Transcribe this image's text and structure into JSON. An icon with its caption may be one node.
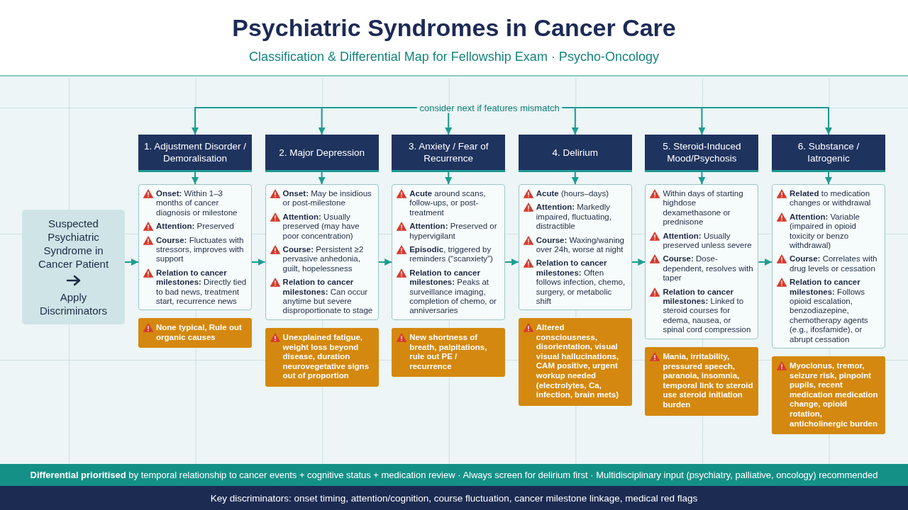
{
  "diagram": {
    "title": "Psychiatric Syndromes in Cancer Care",
    "nodes": [
      {
        "text": [
          "Suspected Psychiatric Syndrome in Cancer Patient",
          "Apply Discriminators"
        ]
      },
      {
        "text": [
          "consider next if features mismatch"
        ]
      },
      {
        "text": [
          "1. Adjustment Disorder / Demoralisation"
        ]
      },
      {
        "text": [
          "2. Major Depression"
        ]
      },
      {
        "text": [
          "3. Anxiety / Fear of Recurrence"
        ]
      },
      {
        "text": [
          "4. Delirium"
        ]
      },
      {
        "text": [
          "5. Steroid-Induced Mood/Psychosis"
        ]
      },
      {
        "text": [
          "6. Substance / Iatrogenic"
        ]
      },
      {
        "text": [
          "**Onset:** Within 1–3 months of cancer diagnosis or milestone",
          "**Attention:** Preserved",
          "**Course:** Fluctuates with stressors, improves with support",
          "**Relation to cancer milestones:** Directly tied to bad news, treatment start, recurrence news"
        ]
      },
      {
        "text": [
          "**Onset:** May be insidious or post-milestone",
          "**Attention:** Usually preserved (may have poor concentration)",
          "**Course:** Persistent ≥2 pervasive anhedonia, guilt, hopelessness",
          "**Relation to cancer milestones:** Can occur anytime but severe disproportionate to stage"
        ]
      },
      {
        "text": [
          "**Acute** around scans, follow-ups, or post-treatment",
          "**Attention:** Preserved or hypervigilant",
          "**Episodic**, triggered by reminders (“scanxiety”)",
          "**Relation to cancer milestones:** Peaks at surveillance imaging, completion of chemo, or anniversaries"
        ]
      },
      {
        "text": [
          "**Acute** (hours–days)",
          "**Attention:** Markedly impaired, fluctuating, distractible",
          "**Course:** Waxing/waning over 24h, worse at night",
          "**Relation to cancer milestones:** Often follows infection, chemo, surgery, or metabolic shift"
        ]
      },
      {
        "text": [
          "Within days of starting highdose dexamethasone or prednisone",
          "**Attention:** Usually preserved unless severe",
          "**Course:** Dose-dependent, resolves with taper",
          "**Relation to cancer milestones:** Linked to steroid courses for edema, nausea, or spinal cord compression"
        ]
      },
      {
        "text": [
          "**Related** to medication changes or withdrawal",
          "**Attention:** Variable (impaired in opioid toxicity or benzo withdrawal)",
          "**Course:** Correlates with drug levels or cessation",
          "**Relation to cancer milestones:** Follows opioid escalation, benzodiazepine, chemotherapy agents (e.g., ifosfamide), or abrupt cessation"
        ]
      },
      {
        "text": [
          "None typical, Rule out organic causes"
        ]
      },
      {
        "text": [
          "Unexplained fatigue, weight loss beyond disease, duration neurovegetative signs out of proportion"
        ]
      },
      {
        "text": [
          "New shortness of breath, palpitations, rule out PE / recurrence"
        ]
      },
      {
        "text": [
          "Altered consciousness, disorientation, visual visual hallucinations, CAM positive, urgent workup needed (electrolytes, Ca, infection, brain mets)"
        ]
      },
      {
        "text": [
          "Mania, irritability, pressured speech, paranoia, insomnia, temporal link to steroid use steroid initiation burden"
        ]
      },
      {
        "text": [
          "Myoclonus, tremor, seizure risk, pinpoint pupils, recent medication medication change, opioid rotation, anticholinergic burden"
        ]
      }
    ],
    "edges": [
      {
        "from": 1,
        "to": 2,
        "arrow": "to"
      },
      {
        "from": 1,
        "to": 3,
        "arrow": "to"
      },
      {
        "from": 1,
        "to": 4,
        "arrow": "to"
      },
      {
        "from": 1,
        "to": 5,
        "arrow": "to"
      },
      {
        "from": 1,
        "to": 6,
        "arrow": "to"
      },
      {
        "from": 1,
        "to": 7,
        "arrow": "to"
      },
      {
        "from": 2,
        "to": 8,
        "arrow": "to"
      },
      {
        "from": 3,
        "to": 9,
        "arrow": "to"
      },
      {
        "from": 4,
        "to": 10,
        "arrow": "to"
      },
      {
        "from": 5,
        "to": 11,
        "arrow": "to"
      },
      {
        "from": 6,
        "to": 12,
        "arrow": "to"
      },
      {
        "from": 7,
        "to": 13,
        "arrow": "to"
      },
      {
        "from": 0,
        "to": 8,
        "arrow": "to"
      },
      {
        "from": 8,
        "to": 9,
        "arrow": "to"
      },
      {
        "from": 9,
        "to": 10,
        "arrow": "to"
      },
      {
        "from": 10,
        "to": 11,
        "arrow": "to"
      },
      {
        "from": 11,
        "to": 12,
        "arrow": "to"
      },
      {
        "from": 12,
        "to": 13,
        "arrow": "to"
      }
    ],
    "labels": [
      "Classification & Differential Map for Fellowship Exam · Psycho-Oncology",
      "**Differential prioritised** by temporal relationship to cancer events + cognitive status + medication review · Always screen for delirium first · Multidisciplinary input (psychiatry, palliative, oncology) recommended",
      "Key discriminators: onset timing, attention/cognition, course fluctuation, cancer milestone linkage, medical red flags"
    ]
  }
}
